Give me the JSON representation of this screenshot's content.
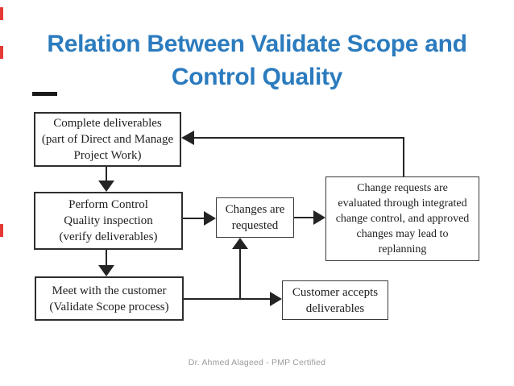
{
  "slide": {
    "title_line1": "Relation Between Validate Scope and",
    "title_line2": "Control Quality",
    "footer": "Dr. Ahmed Alageed - PMP Certified",
    "colors": {
      "title": "#2B7BBE",
      "ink": "#1E1E1E",
      "footer": "#9B9B9B",
      "edge_mark": "#E53935",
      "background": "#FFFFFF"
    }
  },
  "diagram": {
    "boxes": [
      {
        "id": "complete-deliverables",
        "lines": [
          "Complete deliverables",
          "(part of Direct and Manage",
          "Project Work)"
        ]
      },
      {
        "id": "perform-control-quality",
        "lines": [
          "Perform Control",
          "Quality inspection",
          "(verify deliverables)"
        ]
      },
      {
        "id": "meet-with-customer",
        "lines": [
          "Meet with the customer",
          "(Validate Scope process)"
        ]
      },
      {
        "id": "changes-requested",
        "lines": [
          "Changes are",
          "requested"
        ]
      },
      {
        "id": "customer-accepts",
        "lines": [
          "Customer accepts",
          "deliverables"
        ]
      },
      {
        "id": "change-requests-evaluated",
        "lines": [
          "Change requests are",
          "evaluated through integrated",
          "change control, and approved",
          "changes may lead to",
          "replanning"
        ]
      }
    ]
  }
}
